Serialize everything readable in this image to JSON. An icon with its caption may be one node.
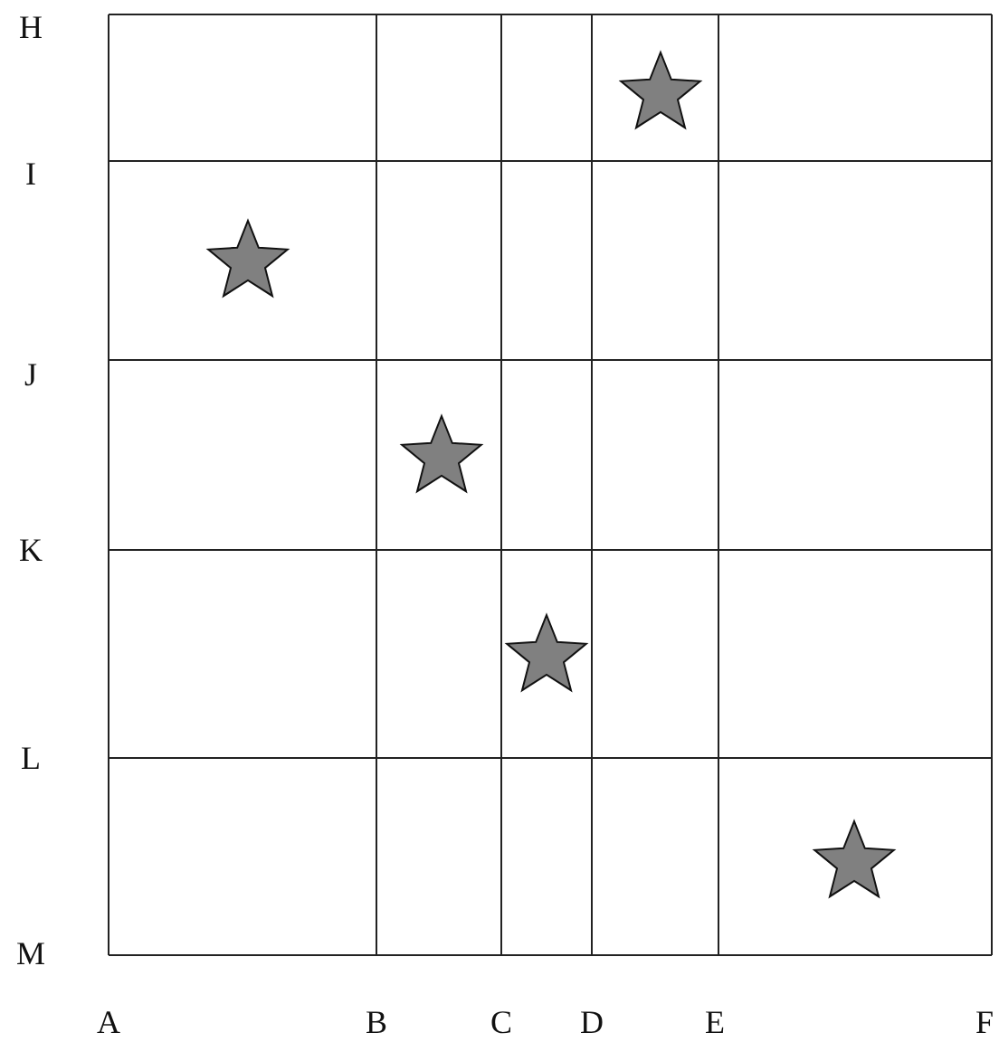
{
  "diagram": {
    "labels": [
      "H",
      "I",
      "J",
      "K",
      "L",
      "M",
      "A",
      "B",
      "C",
      "D",
      "E",
      "F"
    ]
  }
}
